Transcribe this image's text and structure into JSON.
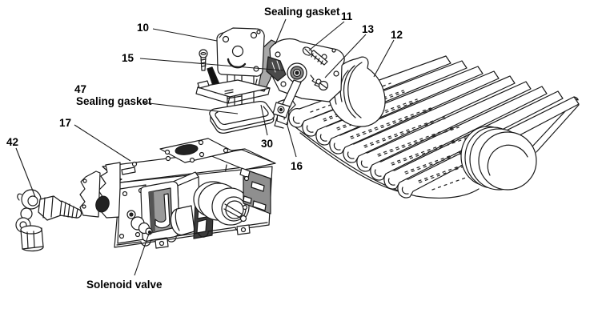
{
  "labels": {
    "sealing_gasket_top": "Sealing gasket",
    "part_10": "10",
    "part_11": "11",
    "part_12": "12",
    "part_13": "13",
    "part_15": "15",
    "part_16": "16",
    "part_17": "17",
    "part_30": "30",
    "part_42": "42",
    "part_47": "47",
    "sealing_gasket_47": "Sealing gasket",
    "solenoid_valve": "Solenoid valve"
  },
  "colors": {
    "background": "#ffffff",
    "line": "#1a1a1a",
    "gasket_gray": "#a8a8a8",
    "panel_gray": "#8f8f8f",
    "claw_dark": "#4a4a4a",
    "connector_dark": "#3b3b3b",
    "solenoid_shade": "#9a9a9a",
    "hole_dark": "#222222"
  }
}
